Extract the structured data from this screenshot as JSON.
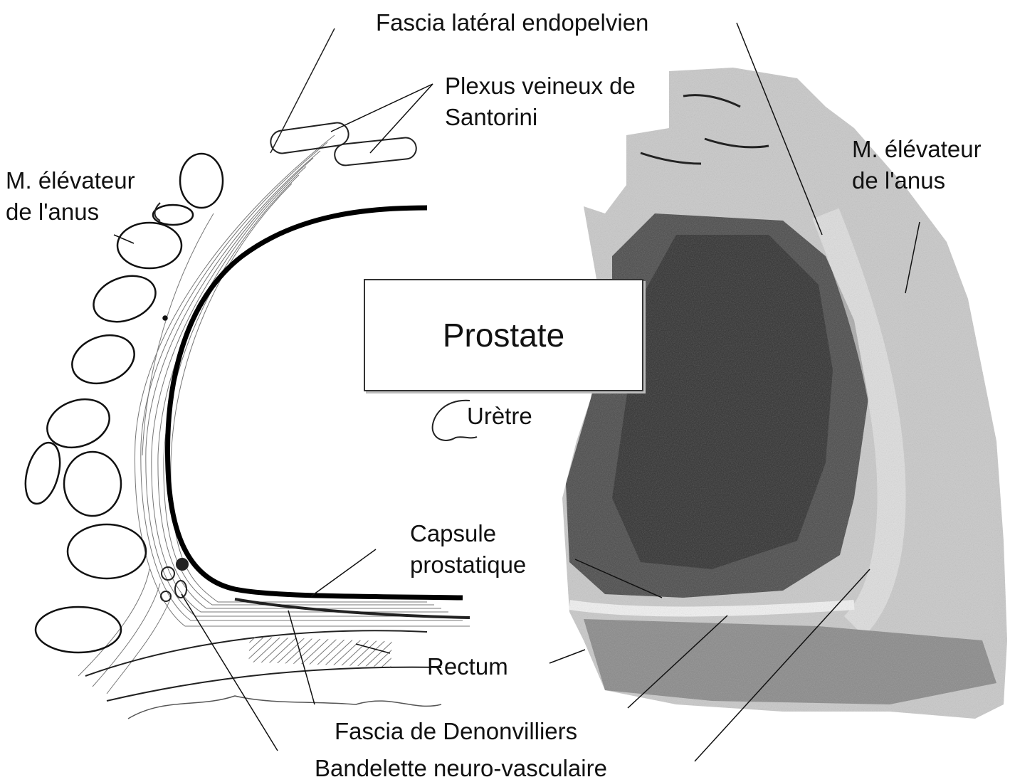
{
  "labels": {
    "fascia_lateral": "Fascia latéral endopelvien",
    "plexus_line1": "Plexus veineux de",
    "plexus_line2": "Santorini",
    "elevator_left_line1": "M. élévateur",
    "elevator_left_line2": "de l'anus",
    "elevator_right_line1": "M. élévateur",
    "elevator_right_line2": "de l'anus",
    "prostate": "Prostate",
    "uretre": "Urètre",
    "capsule_line1": "Capsule",
    "capsule_line2": "prostatique",
    "rectum": "Rectum",
    "denonvilliers": "Fascia de Denonvilliers",
    "bandelette": "Bandelette neuro-vasculaire"
  },
  "colors": {
    "ink": "#111111",
    "tissue_dark": "#3a3a3a",
    "tissue_light": "#bcbcbc"
  }
}
